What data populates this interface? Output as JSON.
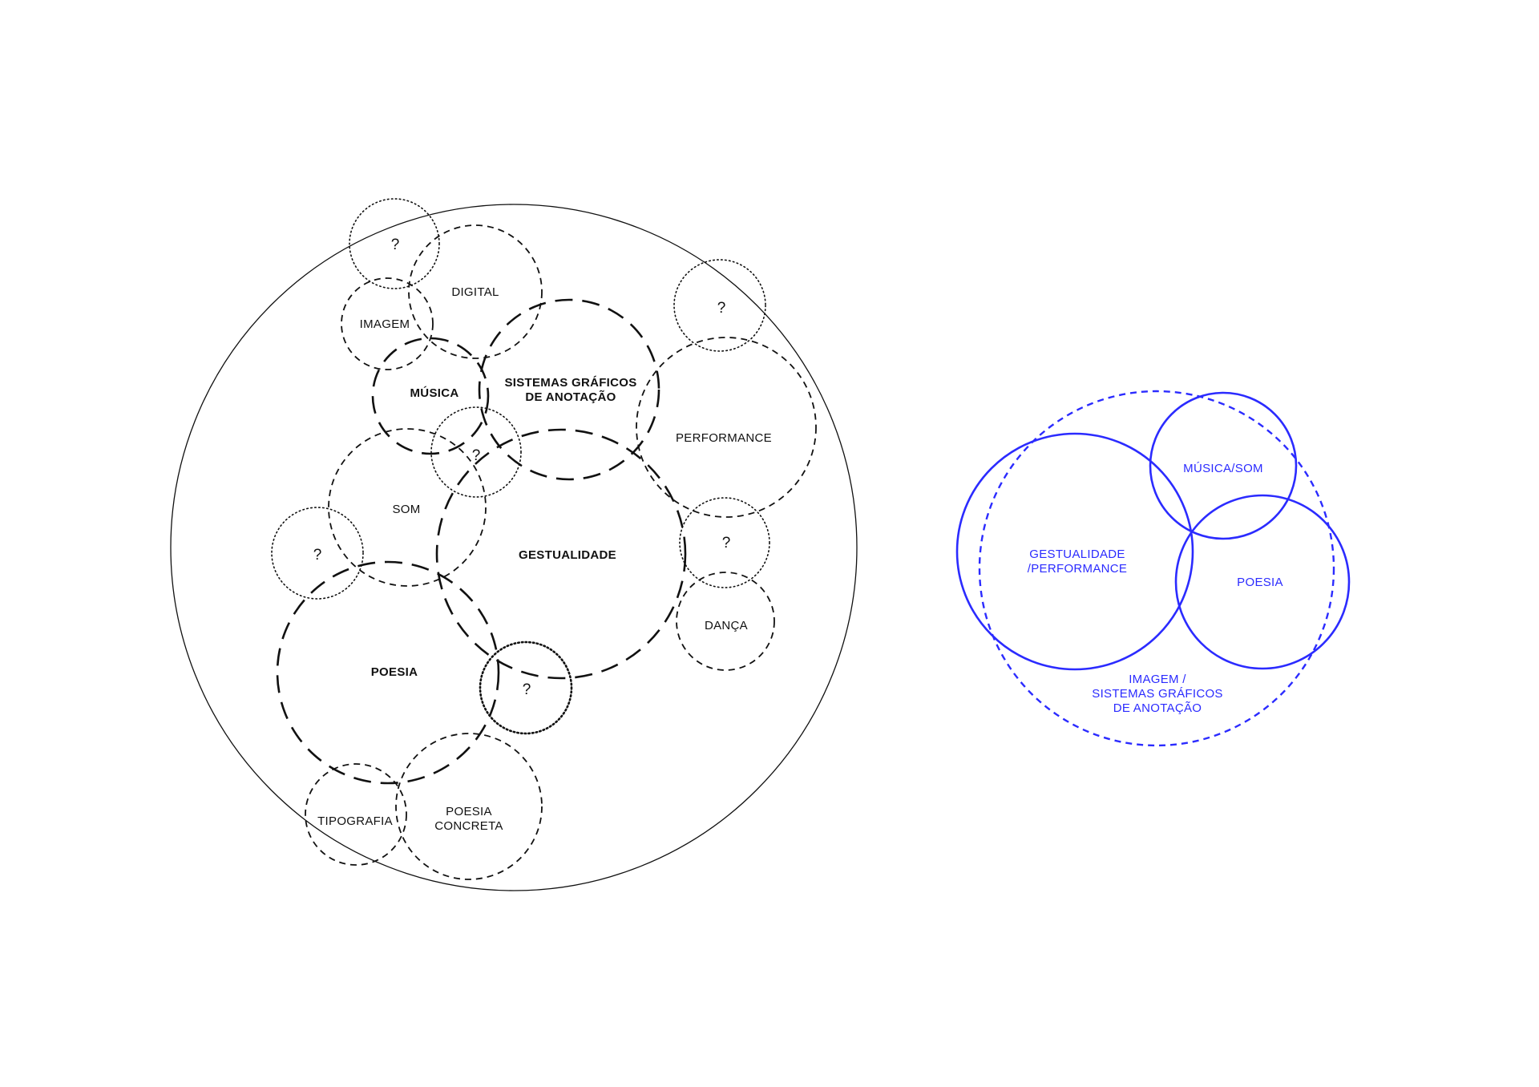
{
  "diagram_left": {
    "labels": {
      "digital": "DIGITAL",
      "imagem": "IMAGEM",
      "musica": "MÚSICA",
      "sistemas_line1": "SISTEMAS GRÁFICOS",
      "sistemas_line2": "DE ANOTAÇÃO",
      "performance": "PERFORMANCE",
      "som": "SOM",
      "gestualidade": "GESTUALIDADE",
      "danca": "DANÇA",
      "poesia": "POESIA",
      "tipografia": "TIPOGRAFIA",
      "poesia_concreta_line1": "POESIA",
      "poesia_concreta_line2": "CONCRETA",
      "unknown": "?"
    }
  },
  "diagram_right": {
    "color": "#2b2bff",
    "labels": {
      "musica_som": "MÚSICA/SOM",
      "gestualidade_line1": "GESTUALIDADE",
      "gestualidade_line2": "/PERFORMANCE",
      "poesia": "POESIA",
      "imagem_line1": "IMAGEM /",
      "imagem_line2": "SISTEMAS GRÁFICOS",
      "imagem_line3": "DE ANOTAÇÃO"
    }
  }
}
